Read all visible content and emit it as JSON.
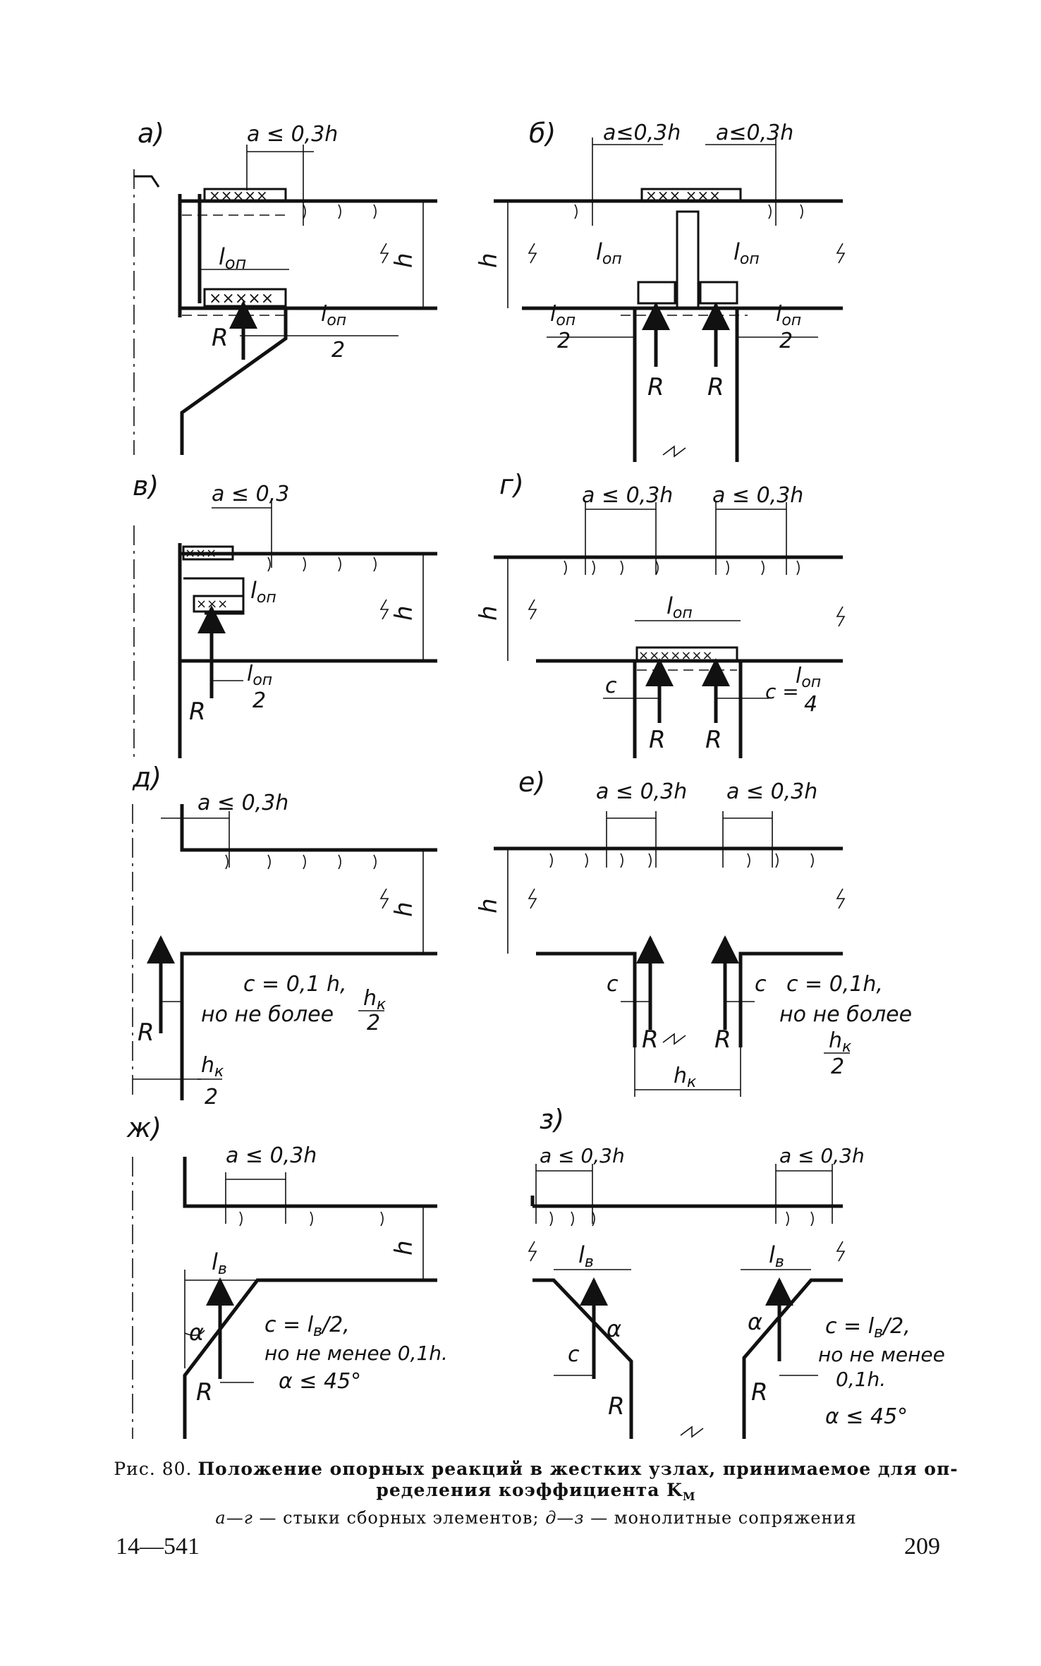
{
  "figure": {
    "panels": {
      "a": {
        "label": "а)",
        "a_limit": "a ≤ 0,3h",
        "l_on": "l",
        "l_on_sub": "оп",
        "half": "2",
        "R": "R",
        "h": "h"
      },
      "b": {
        "label": "б)",
        "a_limit_1": "a≤0,3h",
        "a_limit_2": "a≤0,3h",
        "l_on": "l",
        "l_on_sub": "оп",
        "half": "2",
        "R": "R",
        "h": "h"
      },
      "v": {
        "label": "в)",
        "a_limit": "a ≤ 0,3",
        "l_on": "l",
        "l_on_sub": "оп",
        "half": "2",
        "R": "R",
        "h": "h"
      },
      "g": {
        "label": "г)",
        "a_limit_1": "a ≤ 0,3h",
        "a_limit_2": "a ≤ 0,3h",
        "l_on": "l",
        "l_on_sub": "оп",
        "c": "c",
        "c_eq": "c =",
        "quarter": "4",
        "R": "R",
        "h": "h"
      },
      "d": {
        "label": "д)",
        "a_limit": "a ≤ 0,3h",
        "c_eq": "c = 0,1 h,",
        "not_more": "но не более",
        "hk": "h",
        "hk_sub": "к",
        "half": "2",
        "R": "R",
        "h": "h"
      },
      "e": {
        "label": "е)",
        "a_limit_1": "a ≤ 0,3h",
        "a_limit_2": "a ≤ 0,3h",
        "c": "c",
        "c_eq": "c = 0,1h,",
        "not_more": "но не более",
        "hk": "h",
        "hk_sub": "к",
        "half": "2",
        "R": "R",
        "h": "h"
      },
      "zh": {
        "label": "ж)",
        "a_limit": "a ≤ 0,3h",
        "l_v": "l",
        "l_v_sub": "в",
        "alpha": "α",
        "c_eq": "c = l",
        "c_eq_tail": "/2,",
        "not_less": "но не менее 0,1h.",
        "alpha_limit": "α ≤ 45°",
        "R": "R",
        "h": "h"
      },
      "z": {
        "label": "з)",
        "a_limit_1": "a ≤ 0,3h",
        "a_limit_2": "a ≤ 0,3h",
        "l_v": "l",
        "l_v_sub": "в",
        "alpha": "α",
        "c": "c",
        "c_eq": "c = l",
        "c_eq_tail": "/2,",
        "not_less_1": "но не менее",
        "not_less_2": "0,1h.",
        "alpha_limit": "α ≤ 45°",
        "R": "R"
      }
    }
  },
  "caption": {
    "fig_no": "Рис. 80.",
    "title_line1": "Положение опорных реакций в жестких узлах, принимаемое для оп-",
    "title_line2": "ределения коэффициента K",
    "title_sub": "М"
  },
  "legend": {
    "range1": "а—г",
    "text1": " — стыки сборных элементов; ",
    "range2": "д—з",
    "text2": " — монолитные сопряжения"
  },
  "footer": {
    "signature": "14—541",
    "page_number": "209"
  }
}
